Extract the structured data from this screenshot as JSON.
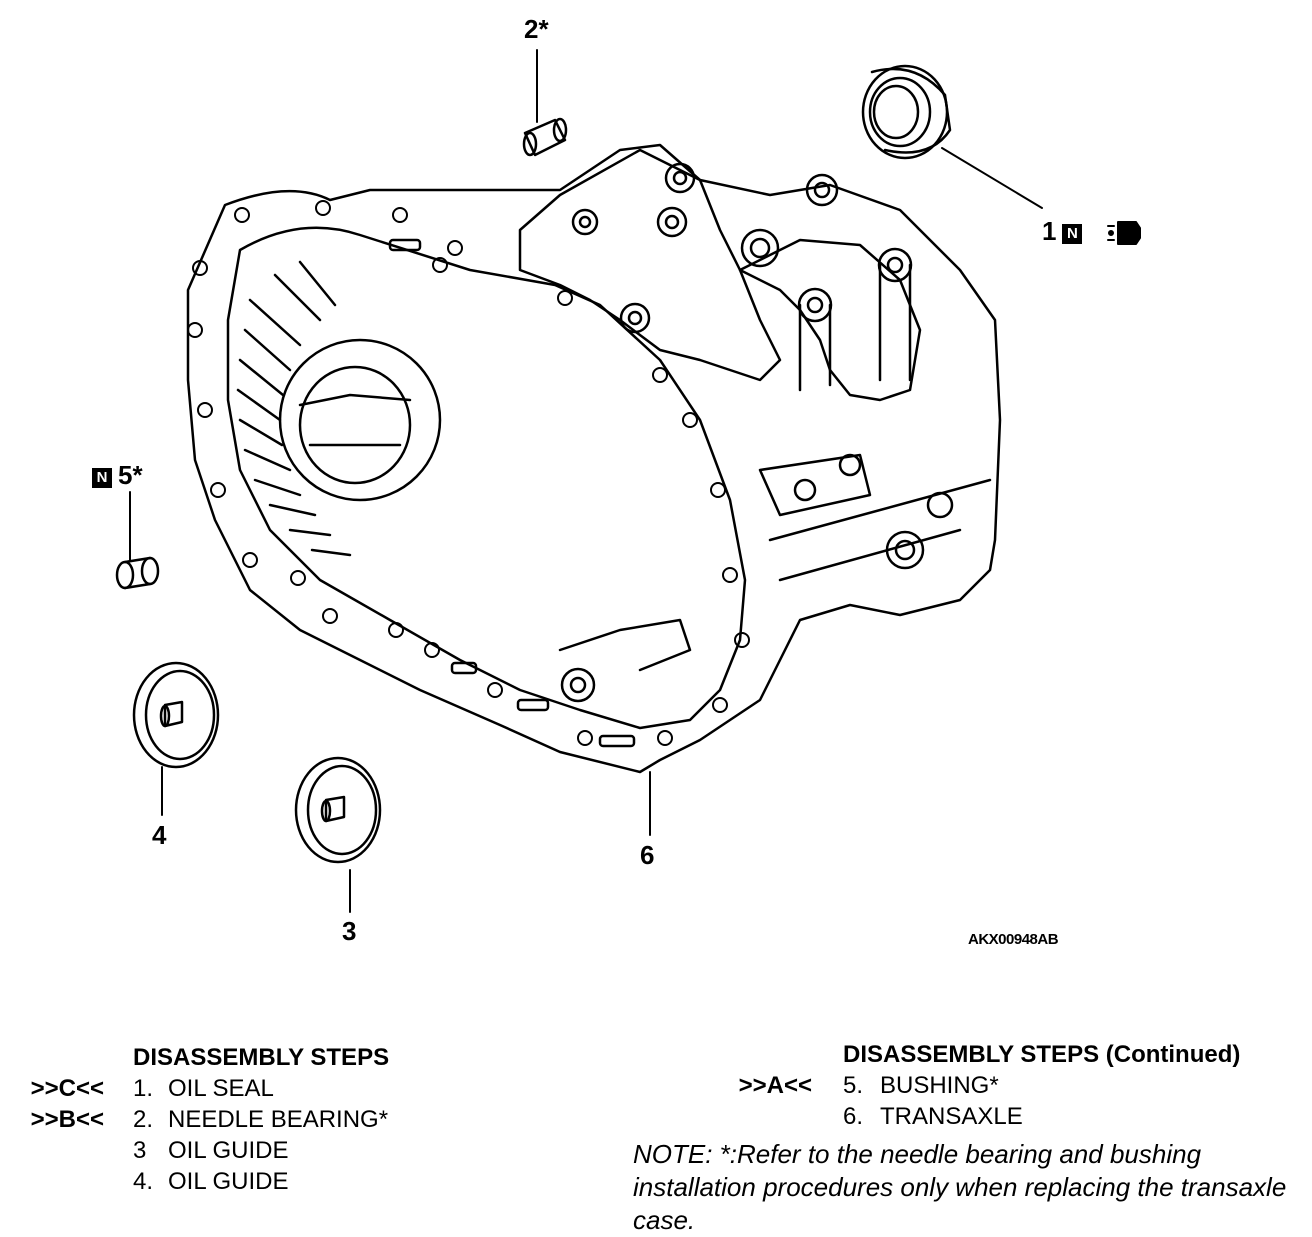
{
  "callouts": {
    "c1": "1",
    "c2": "2*",
    "c3": "3",
    "c4": "4",
    "c5": "5*",
    "c6": "6",
    "badge": "N"
  },
  "reference_code": "AKX00948AB",
  "steps_left": {
    "heading": "DISASSEMBLY STEPS",
    "rows": [
      {
        "tag": ">>C<<",
        "num": "1.",
        "label": "OIL SEAL"
      },
      {
        "tag": ">>B<<",
        "num": "2.",
        "label": "NEEDLE BEARING*"
      },
      {
        "tag": "",
        "num": "3",
        "label": "OIL GUIDE"
      },
      {
        "tag": "",
        "num": "4.",
        "label": "OIL GUIDE"
      }
    ]
  },
  "steps_right": {
    "heading": "DISASSEMBLY STEPS (Continued)",
    "rows": [
      {
        "tag": ">>A<<",
        "num": "5.",
        "label": "BUSHING*"
      },
      {
        "tag": "",
        "num": "6.",
        "label": "TRANSAXLE"
      }
    ]
  },
  "note": "NOTE: *:Refer to the needle bearing and bushing installation procedures only when replacing the transaxle case.",
  "icons": [
    "grease-apply-icon"
  ]
}
